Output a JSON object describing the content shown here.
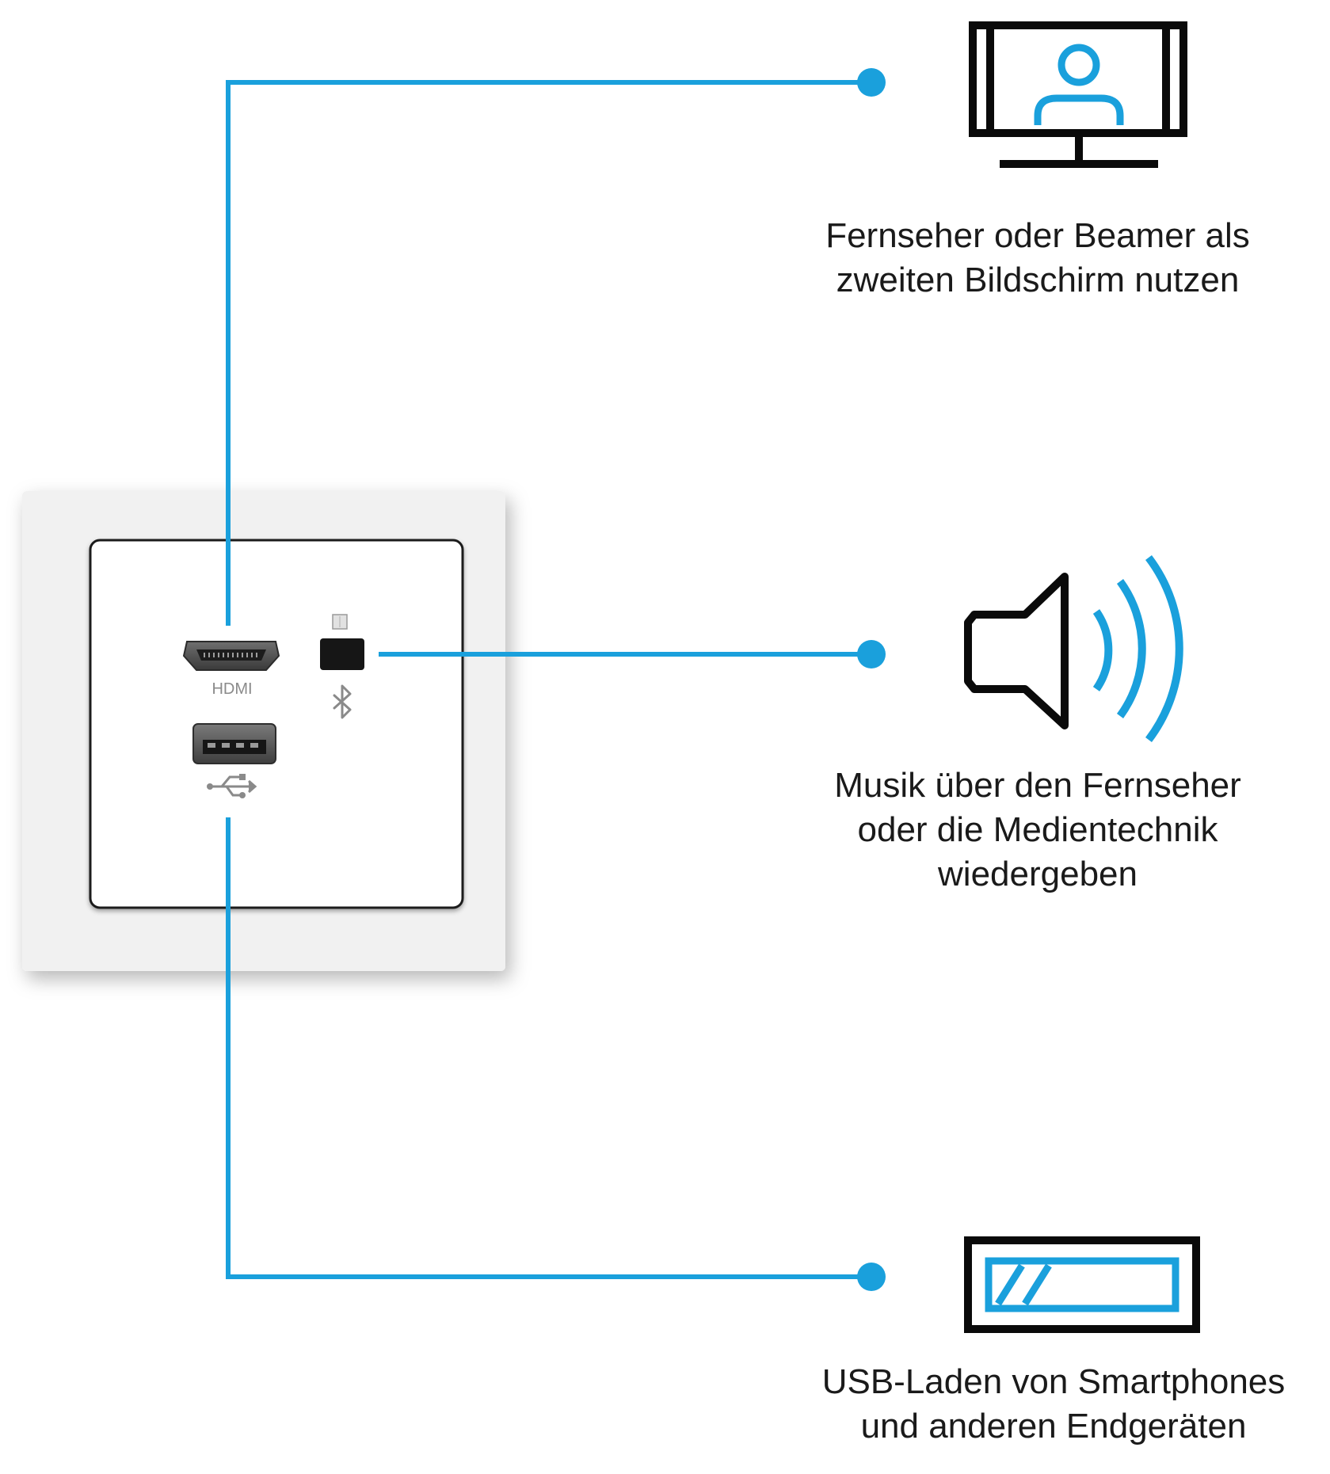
{
  "socket": {
    "hdmi_label": "HDMI"
  },
  "features": [
    {
      "caption": "Fernseher oder Beamer als\nzweiten Bildschirm nutzen",
      "icon": "monitor-with-person-icon"
    },
    {
      "caption": "Musik über den Fernseher\noder die Medientechnik\nwiedergeben",
      "icon": "speaker-sound-waves-icon"
    },
    {
      "caption": "USB-Laden von Smartphones\nund anderen Endgeräten",
      "icon": "battery-charging-icon"
    }
  ],
  "colors": {
    "accent": "#1aa0dc",
    "icon_stroke": "#0a0a0a",
    "plate_frame": "#f1f1f1",
    "plate_insert": "#ffffff"
  }
}
